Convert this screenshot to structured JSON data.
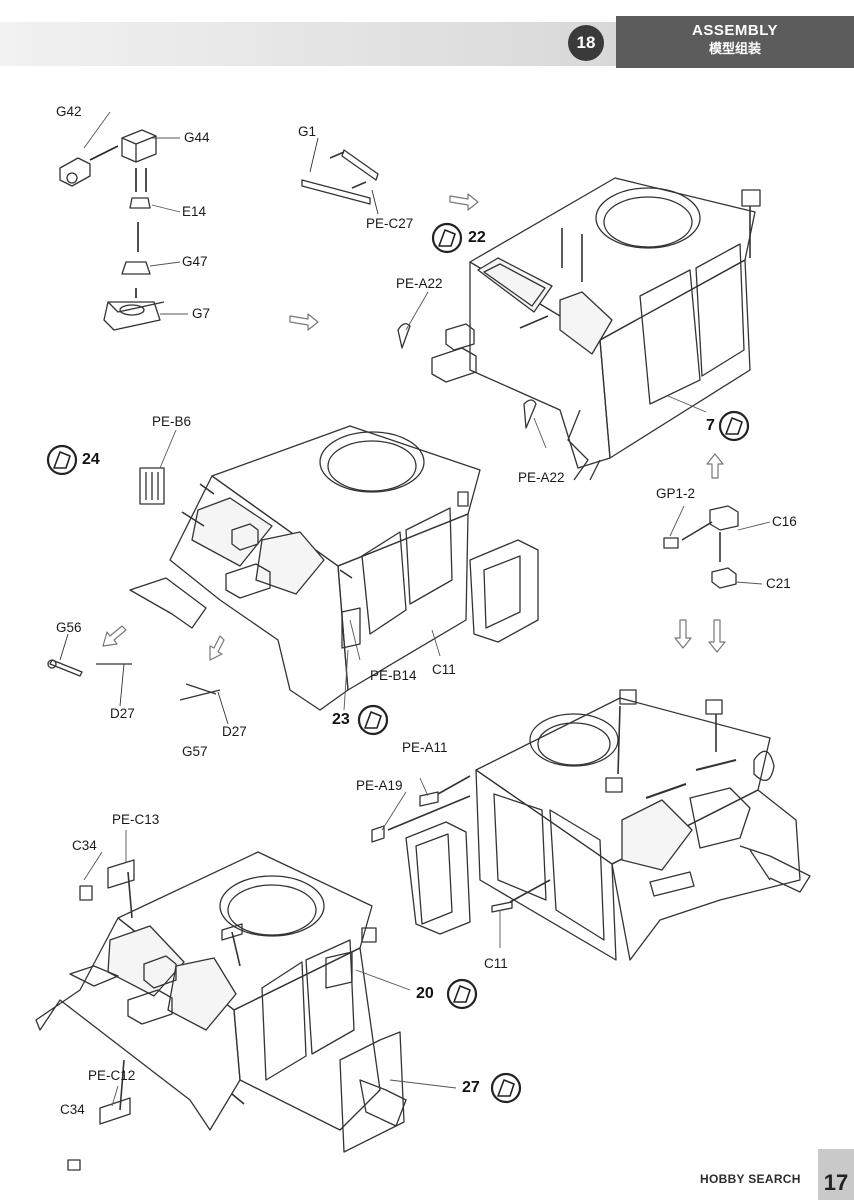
{
  "header": {
    "step_number": "18",
    "title": "ASSEMBLY",
    "subtitle": "模型组装"
  },
  "parts": {
    "g42": "G42",
    "g44": "G44",
    "e14": "E14",
    "g47": "G47",
    "g7": "G7",
    "g1": "G1",
    "pe_c27": "PE-C27",
    "pe_a22_top": "PE-A22",
    "pe_a22_bottom": "PE-A22",
    "pe_b6": "PE-B6",
    "g56": "G56",
    "d27_left": "D27",
    "g57": "G57",
    "d27_right": "D27",
    "pe_b14": "PE-B14",
    "c11_mid": "C11",
    "gp1_2": "GP1-2",
    "c16": "C16",
    "c21": "C21",
    "pe_a11": "PE-A11",
    "pe_a19": "PE-A19",
    "c11_lower": "C11",
    "pe_c13": "PE-C13",
    "c34_top": "C34",
    "pe_c12": "PE-C12",
    "c34_bottom": "C34"
  },
  "steps": {
    "s22": "22",
    "s7": "7",
    "s24": "24",
    "s23": "23",
    "s20": "20",
    "s27": "27"
  },
  "footer": {
    "watermark": "HOBBY SEARCH",
    "page_number": "17"
  }
}
